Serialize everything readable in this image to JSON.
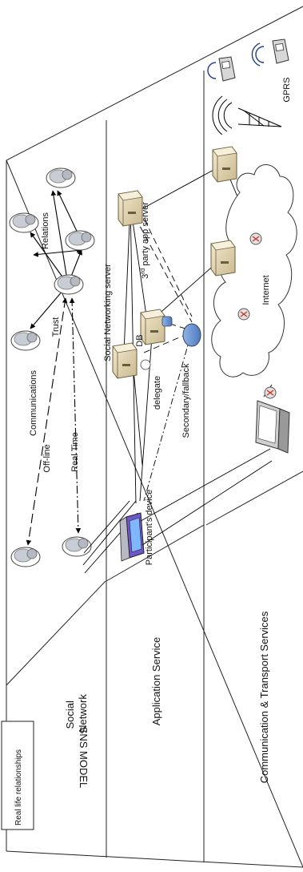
{
  "title_box": "Real life relationships",
  "model_label": "SNS MODEL",
  "layers": {
    "social": "Social Network",
    "application": "Application Service",
    "transport": "Communication & Transport Services"
  },
  "social_labels": {
    "communications": "Communications",
    "relations": "Relations",
    "offline": "Off-line",
    "realtime": "Real Time",
    "trust": "Trust"
  },
  "app_labels": {
    "third_party_server": "3rd party app server",
    "sn_server": "Social Networking server",
    "db": "DB",
    "delegate": "delegate",
    "secondary": "Secondary/fallback",
    "device": "Participant's device"
  },
  "transport_labels": {
    "internet": "Internet",
    "gprs": "GPRS"
  }
}
